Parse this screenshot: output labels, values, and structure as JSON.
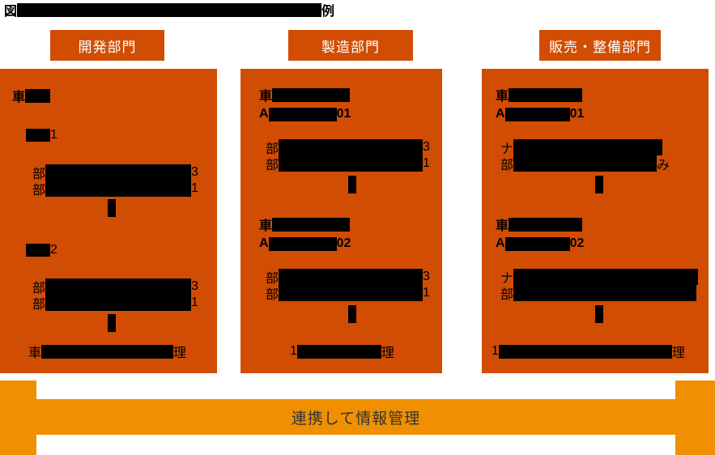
{
  "figure": {
    "title": {
      "visible_lead": "図",
      "visible_trail": "例",
      "redacted": true
    },
    "colors": {
      "panel_orange": "#d14d04",
      "banner_orange": "#f09000",
      "redaction_black": "#000000",
      "header_text": "#ffffff",
      "banner_text": "#333333"
    },
    "columns": [
      {
        "header": "開発部門",
        "top_line": {
          "lead": "車"
        },
        "sections": [
          {
            "label_trail": "1",
            "detail_lines": [
              {
                "lead": "部",
                "trail": "3"
              },
              {
                "lead": "部",
                "trail": "1"
              }
            ]
          },
          {
            "label_trail": "2",
            "detail_lines": [
              {
                "lead": "部",
                "trail": "3"
              },
              {
                "lead": "部",
                "trail": "1"
              }
            ]
          }
        ],
        "footer": {
          "lead": "車",
          "trail": "理"
        }
      },
      {
        "header": "製造部門",
        "items": [
          {
            "name_lead": "車",
            "code_lead": "A",
            "code_trail": "01",
            "detail_lines": [
              {
                "lead": "部",
                "trail": "3"
              },
              {
                "lead": "部",
                "trail": "1"
              }
            ]
          },
          {
            "name_lead": "車",
            "code_lead": "A",
            "code_trail": "02",
            "detail_lines": [
              {
                "lead": "部",
                "trail": "3"
              },
              {
                "lead": "部",
                "trail": "1"
              }
            ]
          }
        ],
        "footer": {
          "lead": "1",
          "trail": "理"
        }
      },
      {
        "header": "販売・整備部門",
        "items": [
          {
            "name_lead": "車",
            "code_lead": "A",
            "code_trail": "01",
            "detail_lines": [
              {
                "lead": "ナ",
                "trail": ""
              },
              {
                "lead": "部",
                "trail": "み"
              }
            ]
          },
          {
            "name_lead": "車",
            "code_lead": "A",
            "code_trail": "02",
            "detail_lines": [
              {
                "lead": "ナ",
                "trail": ""
              },
              {
                "lead": "部",
                "trail": ""
              }
            ]
          }
        ],
        "footer": {
          "lead": "1",
          "trail": "理"
        }
      }
    ],
    "banner": {
      "label": "連携して情報管理"
    }
  }
}
